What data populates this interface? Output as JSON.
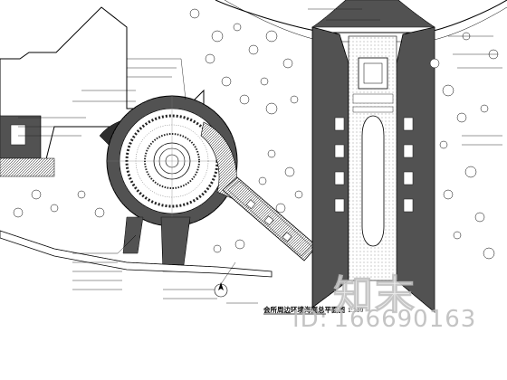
{
  "drawing": {
    "title": "会所周边环境海面总平面图",
    "scale": "1:200"
  },
  "watermark": {
    "logo": "知末",
    "id_label": "ID:",
    "id_value": "166690163"
  },
  "colors": {
    "line": "#000000",
    "hatch": "#555555",
    "paper": "#ffffff",
    "watermark": "#c8c8c8"
  }
}
